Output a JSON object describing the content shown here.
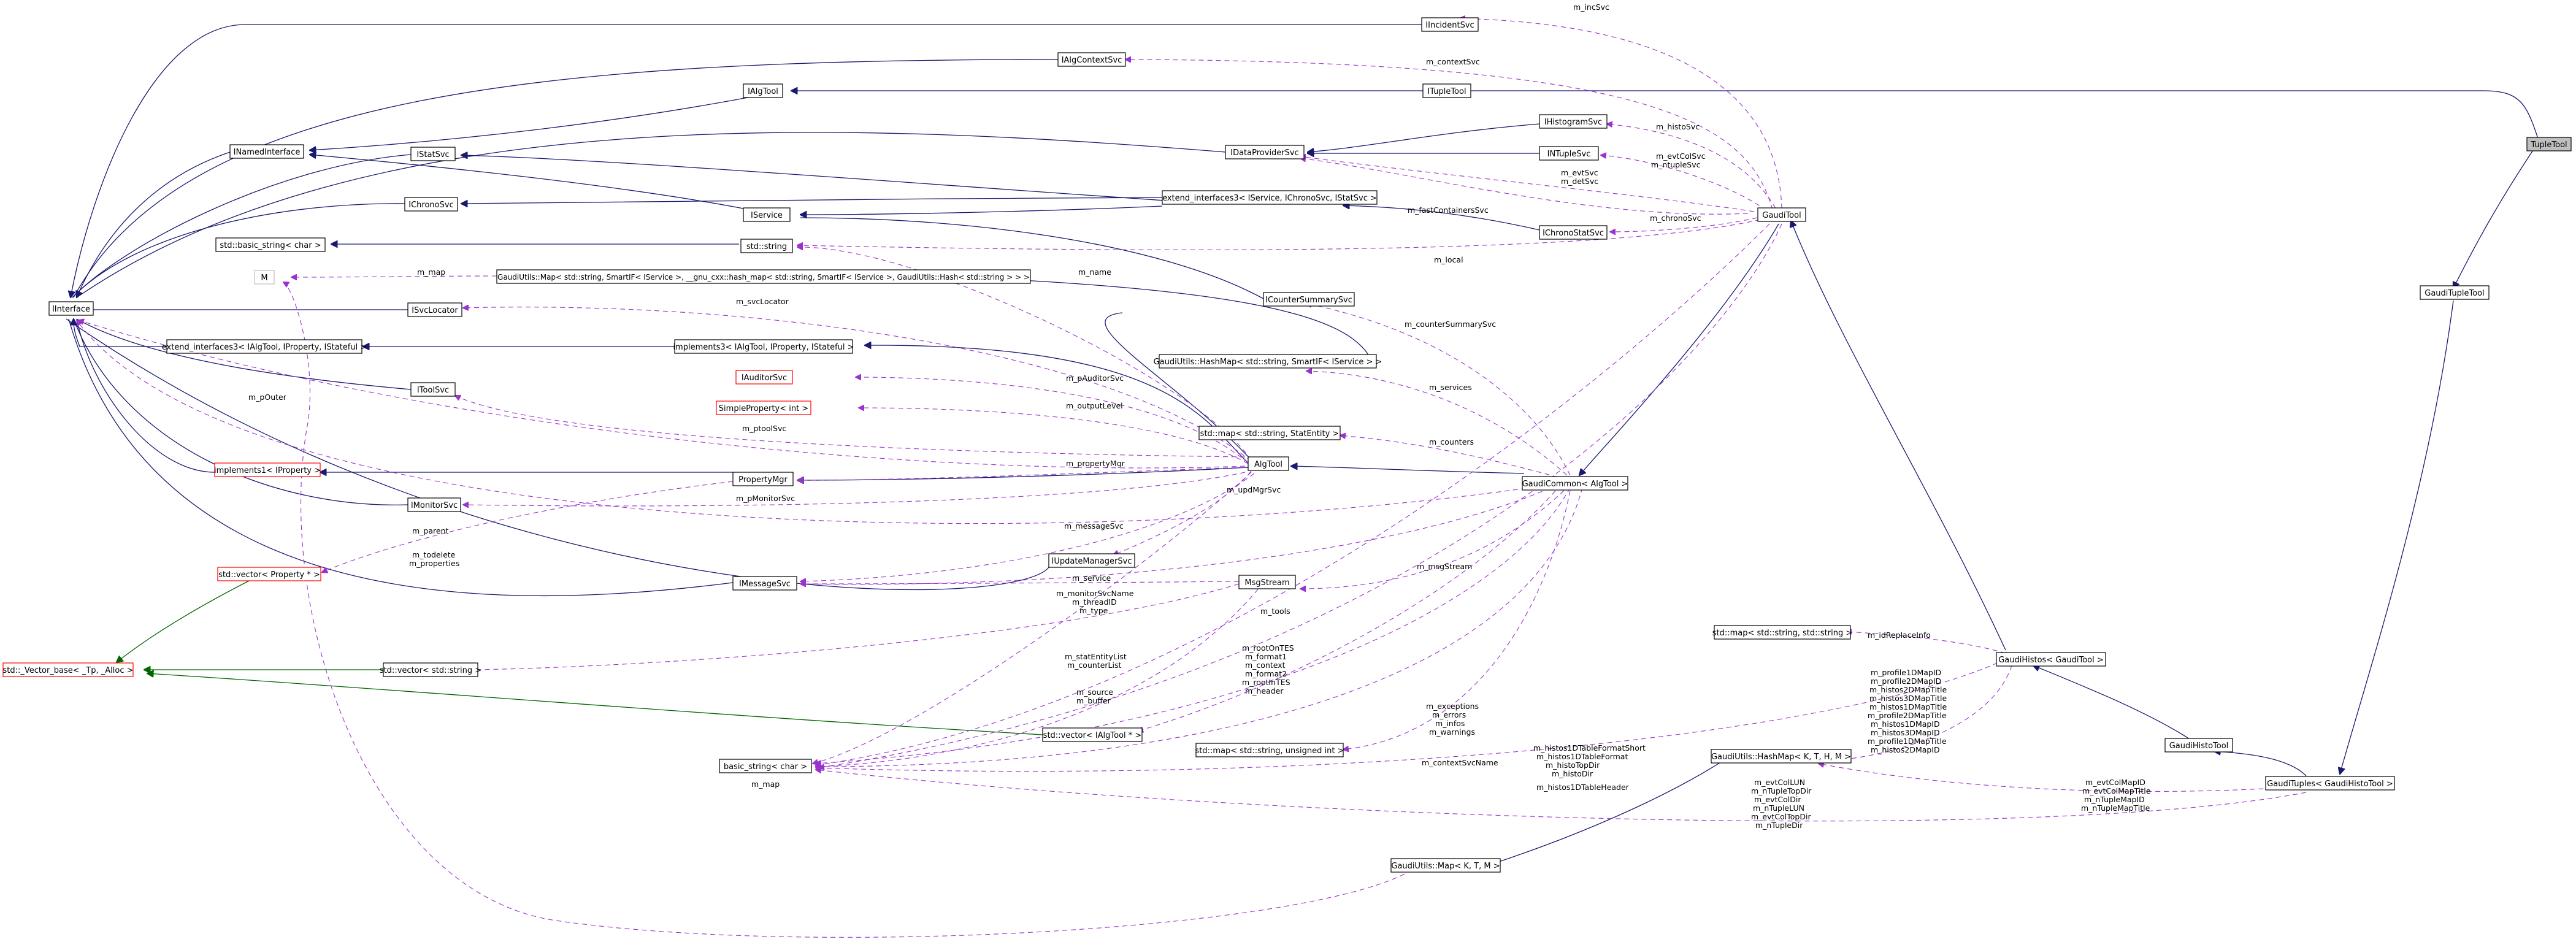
{
  "diagram": {
    "nodes": [
      {
        "id": "TupleTool",
        "label": "TupleTool",
        "kind": "highlight"
      },
      {
        "id": "GaudiTupleTool",
        "label": "GaudiTupleTool",
        "kind": "normal"
      },
      {
        "id": "GaudiTuples",
        "label": "GaudiTuples< GaudiHistoTool >",
        "kind": "normal"
      },
      {
        "id": "GaudiHistoTool",
        "label": "GaudiHistoTool",
        "kind": "normal"
      },
      {
        "id": "GaudiHistos",
        "label": "GaudiHistos< GaudiTool >",
        "kind": "normal"
      },
      {
        "id": "GaudiTool",
        "label": "GaudiTool",
        "kind": "normal"
      },
      {
        "id": "GaudiCommon",
        "label": "GaudiCommon< AlgTool >",
        "kind": "normal"
      },
      {
        "id": "AlgTool",
        "label": "AlgTool",
        "kind": "normal"
      },
      {
        "id": "IInterface",
        "label": "IInterface",
        "kind": "normal"
      },
      {
        "id": "IIncidentSvc",
        "label": "IIncidentSvc",
        "kind": "normal"
      },
      {
        "id": "IAlgContextSvc",
        "label": "IAlgContextSvc",
        "kind": "normal"
      },
      {
        "id": "IAlgTool",
        "label": "IAlgTool",
        "kind": "normal"
      },
      {
        "id": "ITupleTool",
        "label": "ITupleTool",
        "kind": "normal"
      },
      {
        "id": "INamedInterface",
        "label": "INamedInterface",
        "kind": "normal"
      },
      {
        "id": "IStatSvc",
        "label": "IStatSvc",
        "kind": "normal"
      },
      {
        "id": "IChronoSvc",
        "label": "IChronoSvc",
        "kind": "normal"
      },
      {
        "id": "IDataProviderSvc",
        "label": "IDataProviderSvc",
        "kind": "normal"
      },
      {
        "id": "IHistogramSvc",
        "label": "IHistogramSvc",
        "kind": "normal"
      },
      {
        "id": "INTupleSvc",
        "label": "INTupleSvc",
        "kind": "normal"
      },
      {
        "id": "extend3_stat",
        "label": "extend_interfaces3< IService, IChronoSvc, IStatSvc >",
        "kind": "normal"
      },
      {
        "id": "IService",
        "label": "IService",
        "kind": "normal"
      },
      {
        "id": "IChronoStatSvc",
        "label": "IChronoStatSvc",
        "kind": "normal"
      },
      {
        "id": "basic_string_char",
        "label": "std::basic_string< char >",
        "kind": "normal"
      },
      {
        "id": "std_string",
        "label": "std::string",
        "kind": "normal"
      },
      {
        "id": "M",
        "label": "M",
        "kind": "gray"
      },
      {
        "id": "GaudiUtilsMap_SmartIF",
        "label": "GaudiUtils::Map< std::string, SmartIF< IService >, __gnu_cxx::hash_map< std::string, SmartIF< IService >, GaudiUtils::Hash< std::string > > >",
        "kind": "normal"
      },
      {
        "id": "ISvcLocator",
        "label": "ISvcLocator",
        "kind": "normal"
      },
      {
        "id": "ICounterSummarySvc",
        "label": "ICounterSummarySvc",
        "kind": "normal"
      },
      {
        "id": "extend3_prop",
        "label": "extend_interfaces3< IAlgTool, IProperty, IStateful >",
        "kind": "normal"
      },
      {
        "id": "implements3",
        "label": "implements3< IAlgTool, IProperty, IStateful >",
        "kind": "normal"
      },
      {
        "id": "HashMap_SmartIF",
        "label": "GaudiUtils::HashMap< std::string, SmartIF< IService > >",
        "kind": "normal"
      },
      {
        "id": "IAuditorSvc",
        "label": "IAuditorSvc",
        "kind": "red"
      },
      {
        "id": "SimpleProperty",
        "label": "SimpleProperty< int >",
        "kind": "red"
      },
      {
        "id": "IToolSvc",
        "label": "IToolSvc",
        "kind": "normal"
      },
      {
        "id": "std_map_StatEntity",
        "label": "std::map< std::string, StatEntity >",
        "kind": "normal"
      },
      {
        "id": "implements1",
        "label": "implements1< IProperty >",
        "kind": "red"
      },
      {
        "id": "PropertyMgr",
        "label": "PropertyMgr",
        "kind": "normal"
      },
      {
        "id": "IMonitorSvc",
        "label": "IMonitorSvc",
        "kind": "normal"
      },
      {
        "id": "IUpdateManagerSvc",
        "label": "IUpdateManagerSvc",
        "kind": "normal"
      },
      {
        "id": "std_vector_Property",
        "label": "std::vector< Property * >",
        "kind": "red"
      },
      {
        "id": "IMessageSvc",
        "label": "IMessageSvc",
        "kind": "normal"
      },
      {
        "id": "MsgStream",
        "label": "MsgStream",
        "kind": "normal"
      },
      {
        "id": "std_map_string_string",
        "label": "std::map< std::string, std::string >",
        "kind": "normal"
      },
      {
        "id": "Vector_base",
        "label": "std::_Vector_base< _Tp, _Alloc >",
        "kind": "red"
      },
      {
        "id": "std_vector_string",
        "label": "std::vector< std::string >",
        "kind": "normal"
      },
      {
        "id": "std_vector_IAlgTool",
        "label": "std::vector< IAlgTool * >",
        "kind": "normal"
      },
      {
        "id": "std_map_unsigned",
        "label": "std::map< std::string, unsigned int >",
        "kind": "normal"
      },
      {
        "id": "HashMap_KTHM",
        "label": "GaudiUtils::HashMap< K, T, H, M >",
        "kind": "normal"
      },
      {
        "id": "basic_string_char2",
        "label": "basic_string< char >",
        "kind": "normal"
      },
      {
        "id": "GaudiUtilsMap_KTM",
        "label": "GaudiUtils::Map< K, T, M >",
        "kind": "normal"
      }
    ],
    "edge_labels": {
      "m_incSvc": "m_incSvc",
      "m_contextSvc": "m_contextSvc",
      "m_histoSvc": "m_histoSvc",
      "m_evtColSvc": "m_evtColSvc",
      "m_ntupleSvc": "m_ntupleSvc",
      "m_evtSvc": "m_evtSvc",
      "m_detSvc": "m_detSvc",
      "m_fastContainersSvc": "m_fastContainersSvc",
      "m_chronoSvc": "m_chronoSvc",
      "m_local": "m_local",
      "m_map": "m_map",
      "m_name": "m_name",
      "m_svcLocator": "m_svcLocator",
      "m_counterSummarySvc": "m_counterSummarySvc",
      "m_pOuter": "m_pOuter",
      "m_pAuditorSvc": "m_pAuditorSvc",
      "m_outputLevel": "m_outputLevel",
      "m_services": "m_services",
      "m_ptoolSvc": "m_ptoolSvc",
      "m_counters": "m_counters",
      "m_propertyMgr": "m_propertyMgr",
      "m_pMonitorSvc": "m_pMonitorSvc",
      "m_updMgrSvc": "m_updMgrSvc",
      "m_parent": "m_parent",
      "m_messageSvc": "m_messageSvc",
      "m_todelete": "m_todelete",
      "m_properties": "m_properties",
      "m_msgStream": "m_msgStream",
      "m_service": "m_service",
      "m_monitorSvcName": "m_monitorSvcName",
      "m_threadID": "m_threadID",
      "m_type": "m_type",
      "m_tools": "m_tools",
      "m_idReplaceInfo": "m_idReplaceInfo",
      "m_rootOnTES": "m_rootOnTES",
      "m_format1": "m_format1",
      "m_context": "m_context",
      "m_format2": "m_format2",
      "m_rootInTES": "m_rootInTES",
      "m_header": "m_header",
      "m_statEntityList": "m_statEntityList",
      "m_counterList": "m_counterList",
      "m_source": "m_source",
      "m_buffer": "m_buffer",
      "m_exceptions": "m_exceptions",
      "m_errors": "m_errors",
      "m_infos": "m_infos",
      "m_warnings": "m_warnings",
      "m_contextSvcName": "m_contextSvcName",
      "m_histos1DTableFormatShort": "m_histos1DTableFormatShort",
      "m_histos1DTableFormat": "m_histos1DTableFormat",
      "m_histoTopDir": "m_histoTopDir",
      "m_histoDir": "m_histoDir",
      "m_histos1DTableHeader": "m_histos1DTableHeader",
      "m_profile1DMapID": "m_profile1DMapID",
      "m_profile2DMapID": "m_profile2DMapID",
      "m_histos2DMapTitle": "m_histos2DMapTitle",
      "m_histos3DMapTitle": "m_histos3DMapTitle",
      "m_histos1DMapTitle": "m_histos1DMapTitle",
      "m_profile2DMapTitle": "m_profile2DMapTitle",
      "m_histos1DMapID": "m_histos1DMapID",
      "m_histos3DMapID": "m_histos3DMapID",
      "m_profile1DMapTitle": "m_profile1DMapTitle",
      "m_histos2DMapID": "m_histos2DMapID",
      "m_evtColLUN": "m_evtColLUN",
      "m_nTupleTopDir": "m_nTupleTopDir",
      "m_evtColDir": "m_evtColDir",
      "m_nTupleLUN": "m_nTupleLUN",
      "m_evtColTopDir": "m_evtColTopDir",
      "m_nTupleDir": "m_nTupleDir",
      "m_evtColMapID": "m_evtColMapID",
      "m_evtColMapTitle": "m_evtColMapTitle",
      "m_nTupleMapID": "m_nTupleMapID",
      "m_nTupleMapTitle": "m_nTupleMapTitle",
      "m_map2": "m_map"
    }
  }
}
